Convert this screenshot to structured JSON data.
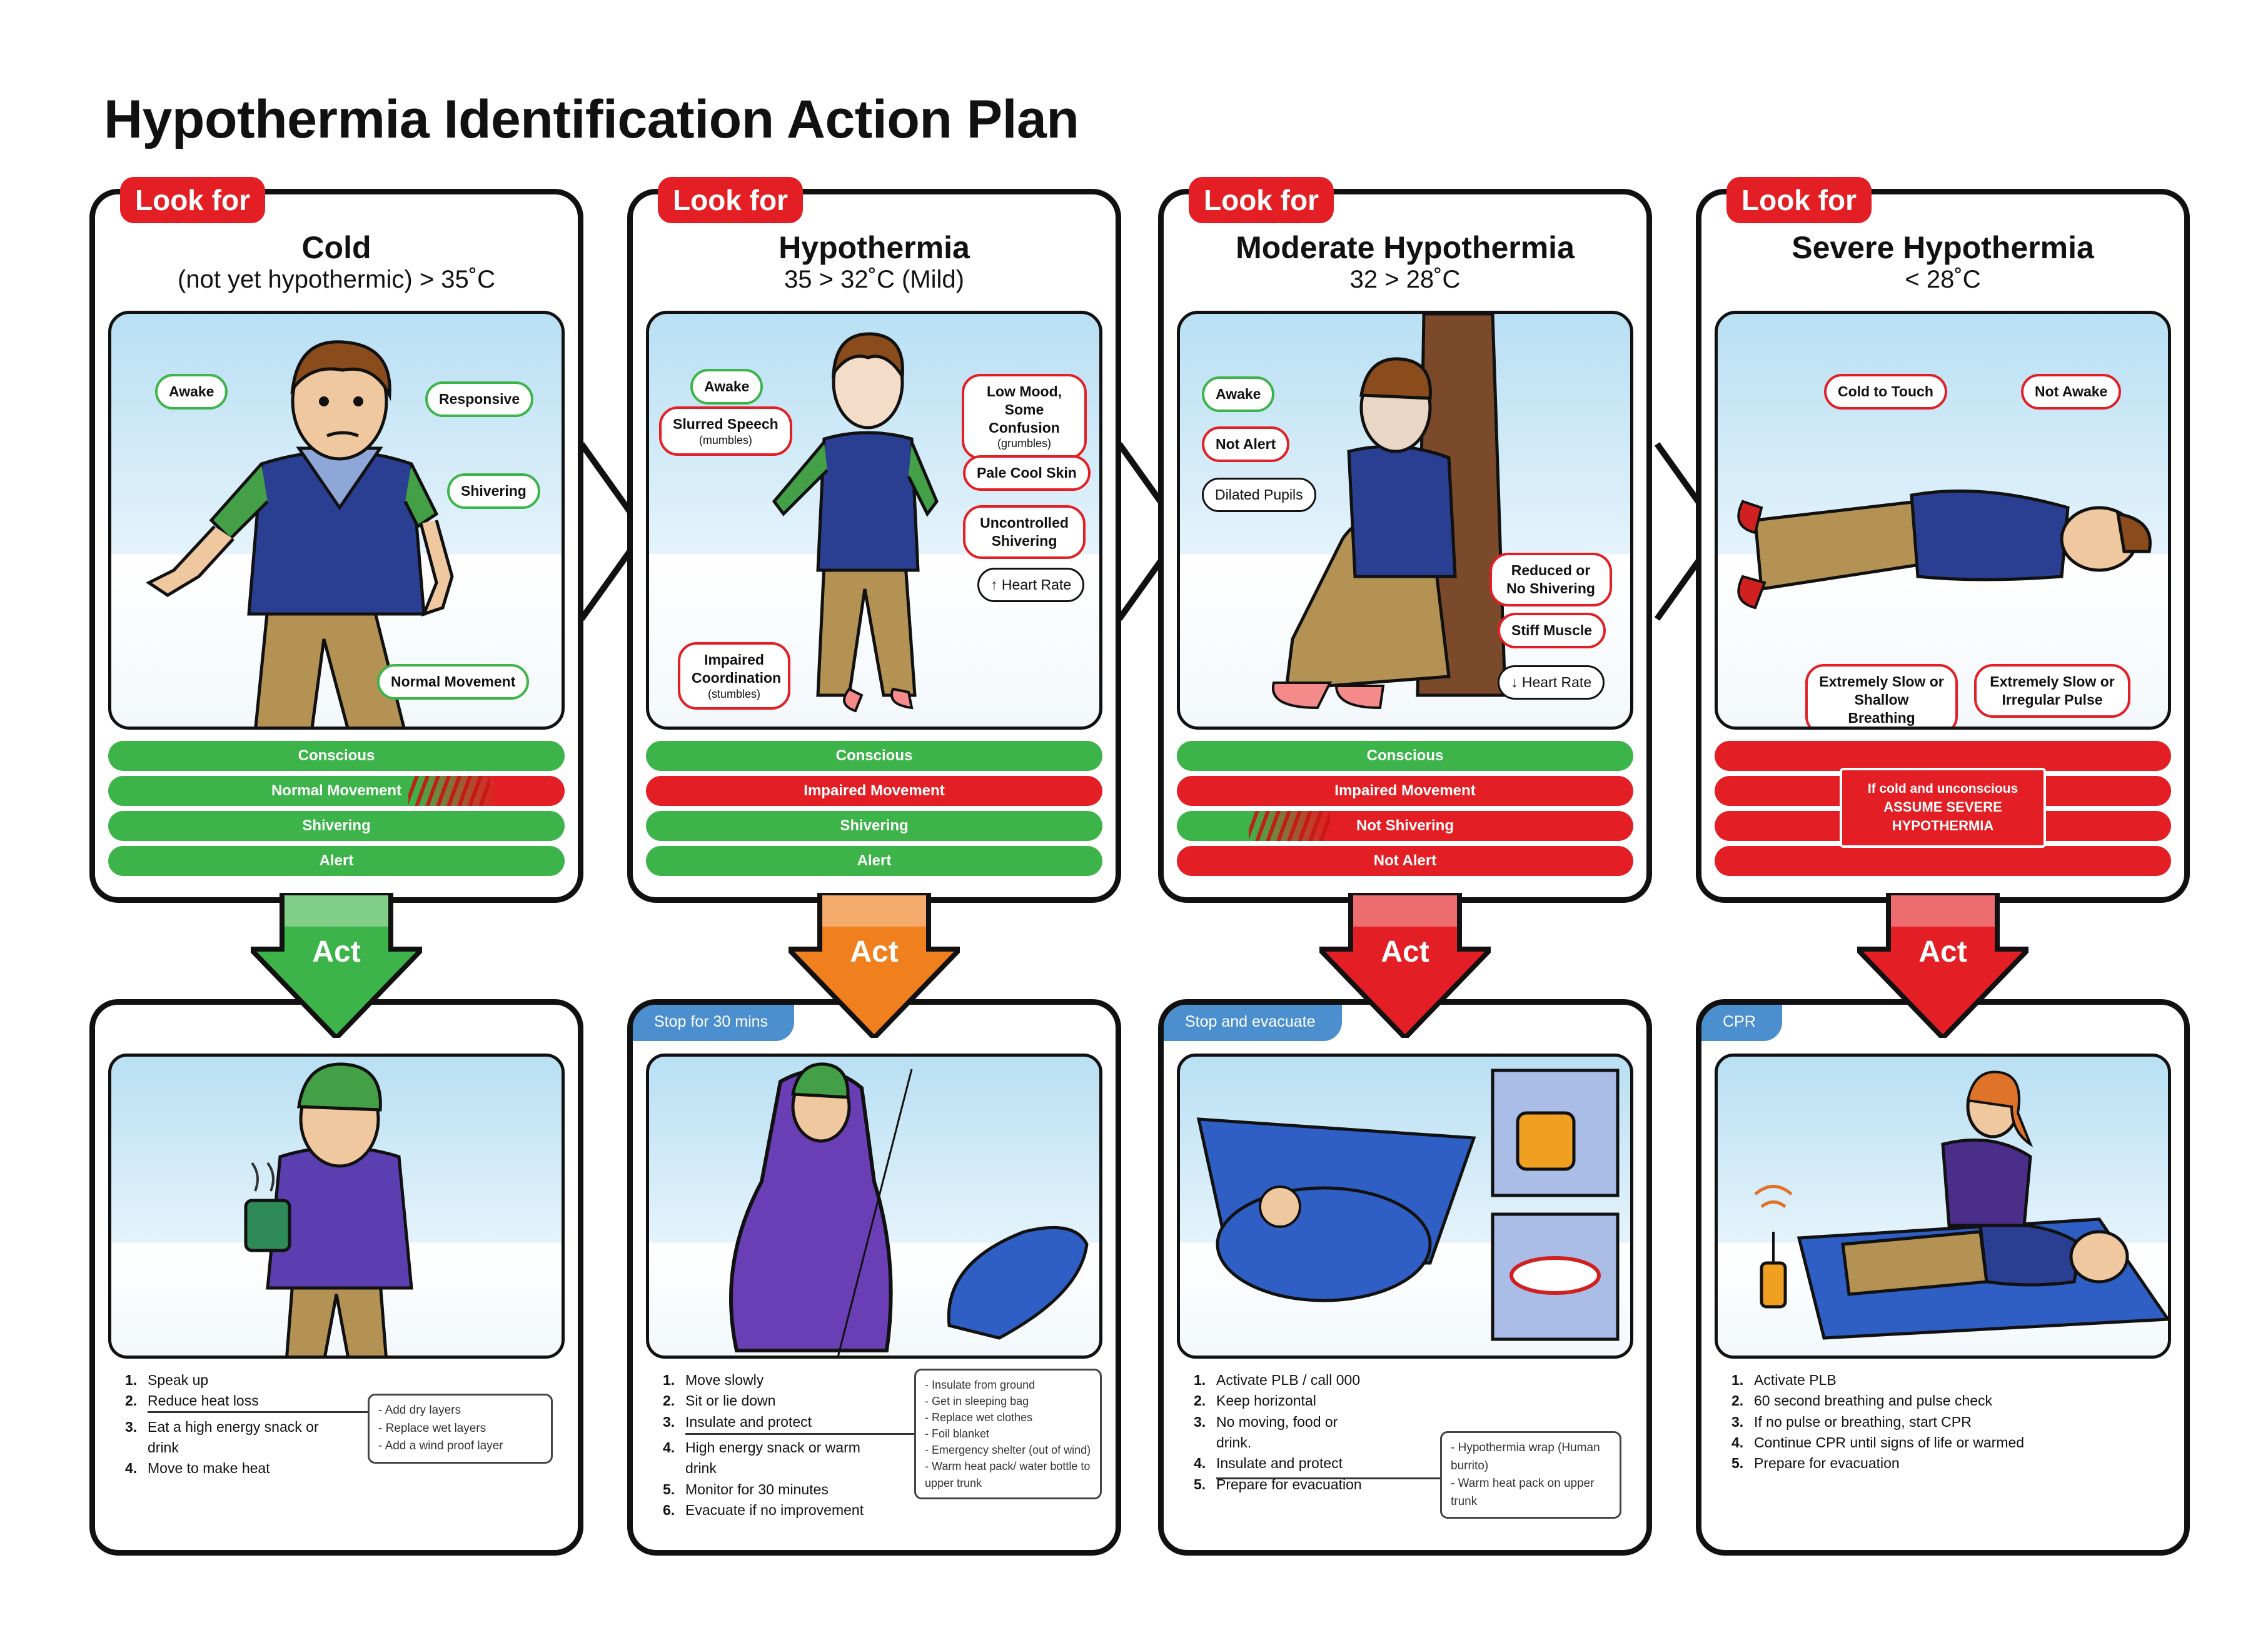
{
  "title": "Hypothermia Identification Action Plan",
  "colors": {
    "green": "#3cb449",
    "red": "#e31e24",
    "orange": "#f07f1e",
    "blue": "#4b8fce",
    "ink": "#111111"
  },
  "columns": [
    {
      "look_for": "Look for",
      "title": "Cold",
      "subtitle": "(not yet hypothermic) > 35˚C",
      "callouts": {
        "a": "Awake",
        "b": "Responsive",
        "c": "Shivering",
        "d": "Normal Movement"
      },
      "status": [
        "Conscious",
        "Normal Movement",
        "Shivering",
        "Alert"
      ],
      "act": "Act",
      "steps": [
        "Speak up",
        "Reduce heat loss",
        "Eat a high energy snack or drink",
        "Move to make heat"
      ],
      "sub": [
        "Add dry layers",
        "Replace wet layers",
        "Add a wind proof layer"
      ]
    },
    {
      "look_for": "Look for",
      "title": "Hypothermia",
      "subtitle": "35 > 32˚C (Mild)",
      "callouts": {
        "a": "Awake",
        "b": "Slurred Speech",
        "b_small": "(mumbles)",
        "c": "Low Mood, Some Confusion",
        "c_small": "(grumbles)",
        "d": "Pale Cool Skin",
        "e": "Uncontrolled Shivering",
        "f": "↑ Heart Rate",
        "g": "Impaired Coordination",
        "g_small": "(stumbles)"
      },
      "status": [
        "Conscious",
        "Impaired Movement",
        "Shivering",
        "Alert"
      ],
      "act": "Act",
      "tab": "Stop for 30 mins",
      "steps": [
        "Move slowly",
        "Sit or lie down",
        "Insulate and protect",
        "High energy snack or warm drink",
        "Monitor for 30 minutes",
        "Evacuate if no improvement"
      ],
      "sub": [
        "Insulate from ground",
        "Get in sleeping bag",
        "Replace wet clothes",
        "Foil blanket",
        "Emergency shelter (out of wind)",
        "Warm heat pack/ water bottle to upper trunk"
      ]
    },
    {
      "look_for": "Look for",
      "title": "Moderate Hypothermia",
      "subtitle": "32 > 28˚C",
      "callouts": {
        "a": "Awake",
        "b": "Not Alert",
        "c": "Dilated Pupils",
        "d": "Reduced or No Shivering",
        "e": "Stiff Muscle",
        "f": "↓ Heart Rate"
      },
      "status": [
        "Conscious",
        "Impaired Movement",
        "Not Shivering",
        "Not Alert"
      ],
      "act": "Act",
      "tab": "Stop and evacuate",
      "steps": [
        "Activate PLB / call 000",
        "Keep horizontal",
        "No moving, food or drink.",
        "Insulate and protect",
        "Prepare for evacuation"
      ],
      "sub": [
        "Hypothermia wrap (Human burrito)",
        "Warm heat pack on upper trunk"
      ]
    },
    {
      "look_for": "Look for",
      "title": "Severe Hypothermia",
      "subtitle": "< 28˚C",
      "callouts": {
        "a": "Cold to Touch",
        "b": "Not Awake",
        "c": "Extremely Slow or Shallow Breathing",
        "d": "Extremely Slow or Irregular Pulse"
      },
      "assume_line1": "If cold and unconscious",
      "assume_line2": "ASSUME SEVERE HYPOTHERMIA",
      "act": "Act",
      "tab": "CPR",
      "steps": [
        "Activate PLB",
        "60 second breathing and pulse check",
        "If no pulse or breathing, start CPR",
        "Continue CPR until signs of life or warmed",
        "Prepare for evacuation"
      ]
    }
  ]
}
